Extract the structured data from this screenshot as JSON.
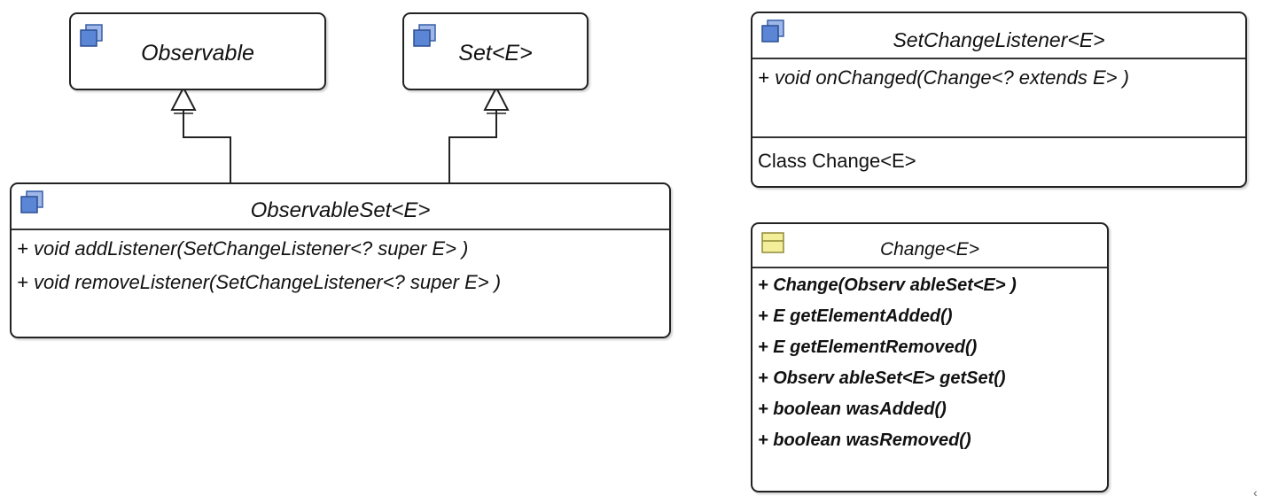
{
  "colors": {
    "interface_icon_back": "#9fb6e8",
    "interface_icon_front": "#5b86d6",
    "class_icon": "#f2ee9a",
    "line": "#222222"
  },
  "icons": {
    "interface": "interface-icon",
    "class": "class-icon"
  },
  "observable": {
    "title": "Observable"
  },
  "set": {
    "title": "Set<E>"
  },
  "observable_set": {
    "title": "ObservableSet<E>",
    "members": [
      "+ void addListener(SetChangeListener<? super E> )",
      "+ void removeListener(SetChangeListener<? super E> )"
    ]
  },
  "set_change_listener": {
    "title": "SetChangeListener<E>",
    "method": "+ void onChanged(Change<? extends E> )",
    "nested": "Class Change<E>"
  },
  "change": {
    "title": "Change<E>",
    "members": [
      "+ Change(Observ ableSet<E> )",
      "+ E getElementAdded()",
      "+ E getElementRemoved()",
      "+ Observ ableSet<E> getSet()",
      "+ boolean wasAdded()",
      "+ boolean wasRemoved()"
    ]
  },
  "corner_mark": "‹"
}
